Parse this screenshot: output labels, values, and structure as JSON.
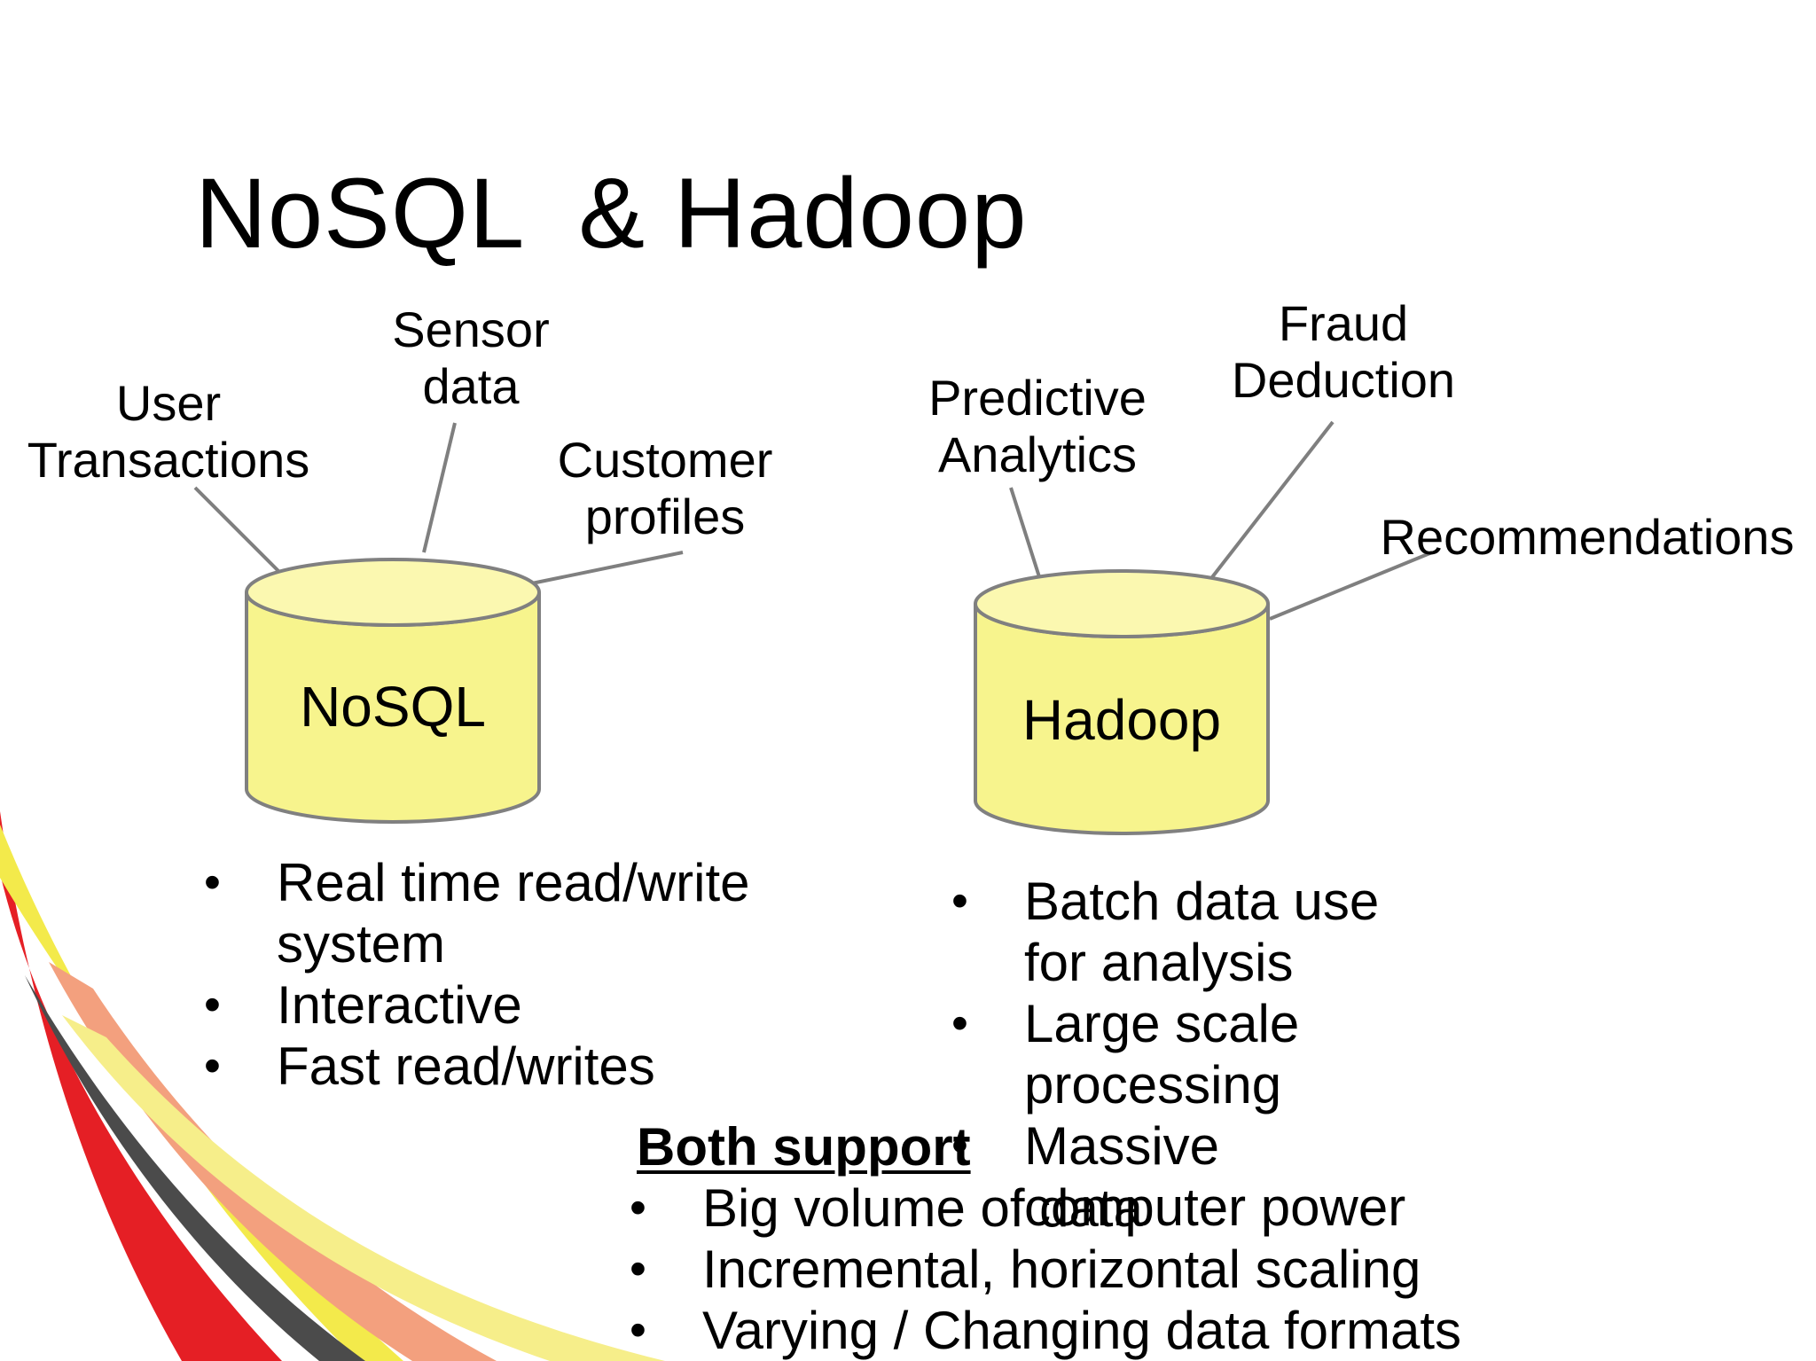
{
  "title": "NoSQL  & Hadoop",
  "nosql": {
    "db_label": "NoSQL",
    "sources": {
      "user_transactions": "User\nTransactions",
      "sensor_data": "Sensor\ndata",
      "customer_profiles": "Customer\nprofiles"
    },
    "bullets": [
      "Real time read/write system",
      "Interactive",
      "Fast read/writes"
    ]
  },
  "hadoop": {
    "db_label": "Hadoop",
    "uses": {
      "predictive_analytics": "Predictive\nAnalytics",
      "fraud_deduction": "Fraud\nDeduction",
      "recommendations": "Recommendations"
    },
    "bullets": [
      "Batch data use for analysis",
      "Large scale processing",
      "Massive computer power"
    ]
  },
  "both": {
    "heading": "Both support",
    "bullets": [
      "Big volume of data",
      "Incremental, horizontal scaling",
      "Varying / Changing data formats"
    ]
  },
  "colors": {
    "cylinder_fill": "#f7f48d",
    "cylinder_top": "#fbf8b0",
    "connector": "#7f7f7f",
    "swoosh_red": "#e51f25",
    "swoosh_yellow": "#f3ea4b",
    "swoosh_gray": "#4b4b4b",
    "swoosh_salmon": "#f3a07e"
  }
}
